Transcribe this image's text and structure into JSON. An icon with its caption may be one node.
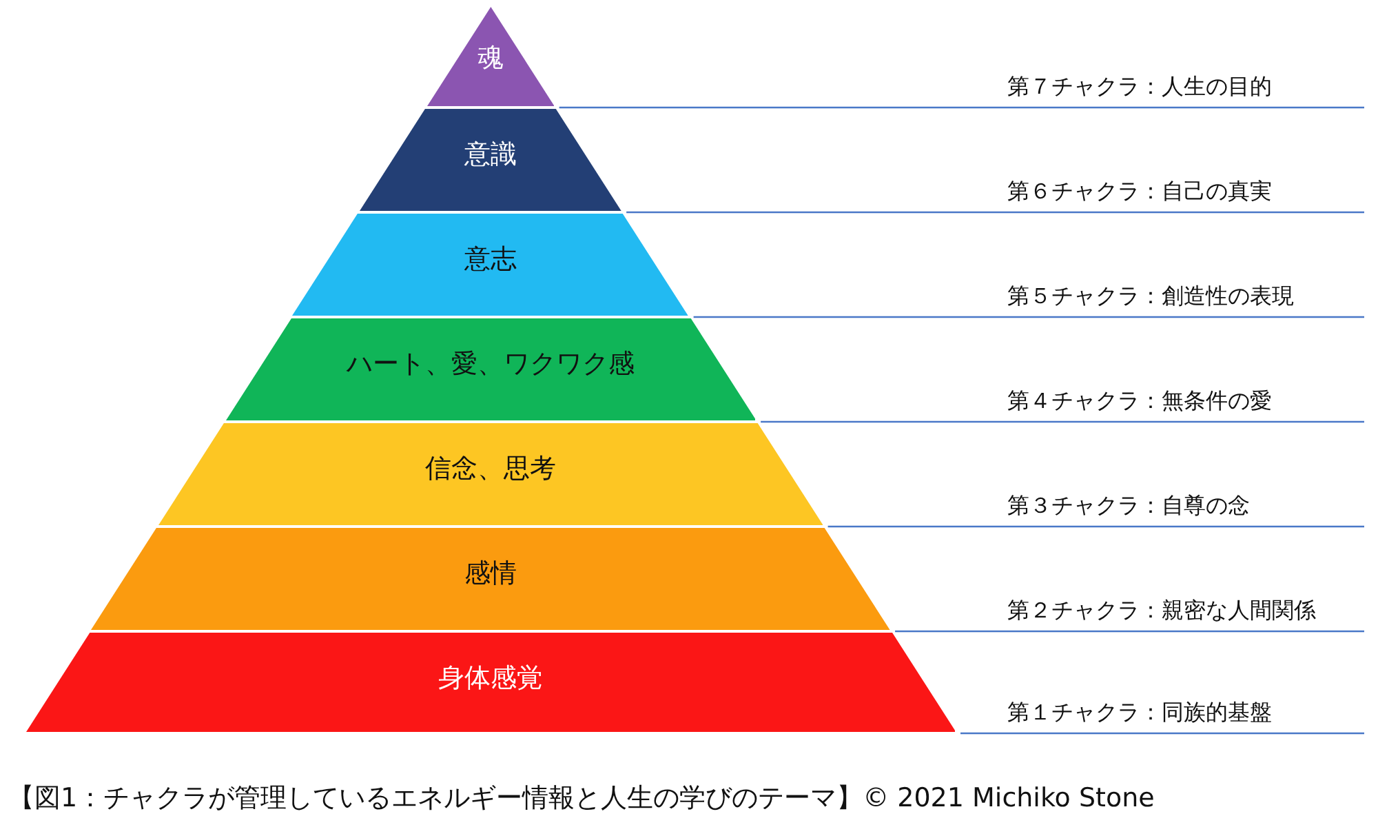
{
  "diagram": {
    "caption": "【図1：チャクラが管理しているエネルギー情報と人生の学びのテーマ】© 2021 Michiko Stone",
    "nodes": [
      {
        "text": [
          "魂"
        ]
      },
      {
        "text": [
          "意識"
        ]
      },
      {
        "text": [
          "意志"
        ]
      },
      {
        "text": [
          "ハート、愛、ワクワク感"
        ]
      },
      {
        "text": [
          "信念、思考"
        ]
      },
      {
        "text": [
          "感情"
        ]
      },
      {
        "text": [
          "身体感覚"
        ]
      }
    ],
    "labels": [
      "第７チャクラ：人生の目的",
      "第６チャクラ：自己の真実",
      "第５チャクラ：創造性の表現",
      "第４チャクラ：無条件の愛",
      "第３チャクラ：自尊の念",
      "第２チャクラ：親密な人間関係",
      "第１チャクラ：同族的基盤"
    ]
  }
}
